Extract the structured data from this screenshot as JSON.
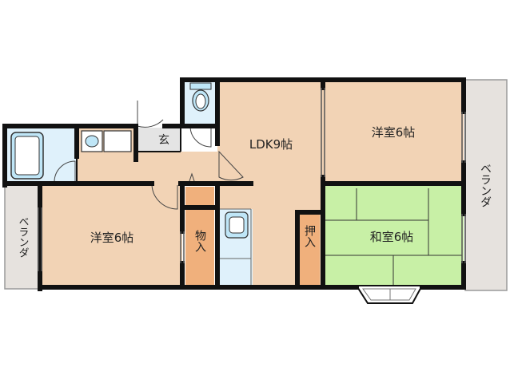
{
  "colors": {
    "room_beige": "#f2d3b5",
    "tatami_green": "#c8f0a6",
    "closet_orange": "#f0b07c",
    "water_blue": "#dff1fb",
    "balcony_gray": "#e6e2de",
    "entry_gray": "#e4e4e4",
    "wall": "#111111"
  },
  "rooms": {
    "ldk": "LDK9帖",
    "western_right": "洋室6帖",
    "western_left": "洋室6帖",
    "japanese": "和室6帖",
    "entrance": "玄",
    "storage": "物入",
    "closet": "押入",
    "balcony_left": "ベランダ",
    "balcony_right": "ベランダ"
  }
}
